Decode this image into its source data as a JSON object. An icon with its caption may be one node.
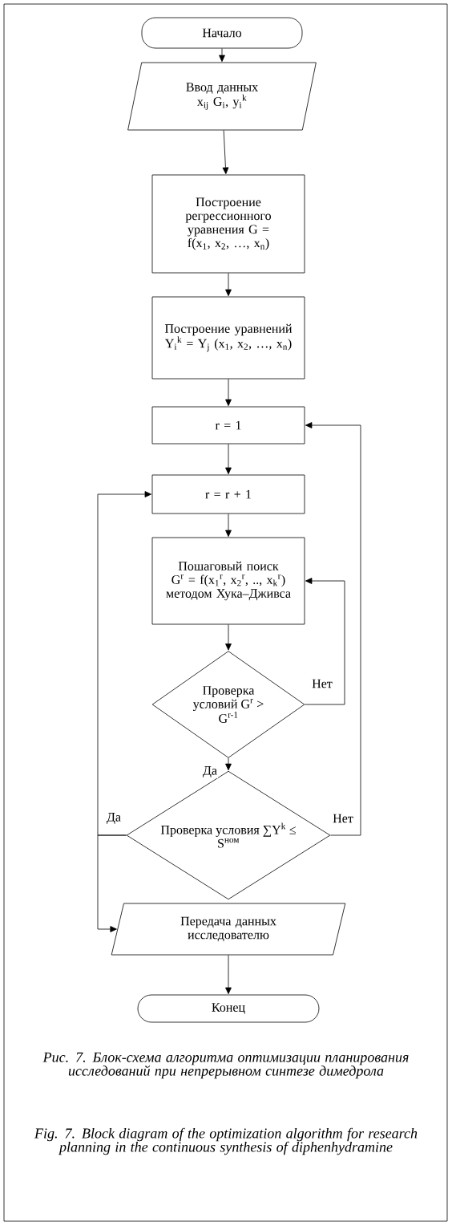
{
  "diagram": {
    "caption": "Рис. 7. Блок-схема алгоритма оптимизации планирования исследований при непрерывном синтезе димедрола",
    "nodes": [
      {
        "text": [
          "Начало"
        ]
      },
      {
        "text": [
          "Ввод данных x$_{ij}$ G$_{i}$, y$_{i}$$^{k}$"
        ]
      },
      {
        "text": [
          "Построение регрессионного уравнения G = f(x$_{1}$, x$_{2}$, …, x$_{n}$)"
        ]
      },
      {
        "text": [
          "Построение уравнений Y$_{i}$$^{k}$ = Y$_{j}$ (x$_{1}$, x$_{2}$, …, x$_{n}$)"
        ]
      },
      {
        "text": [
          "r = 1"
        ]
      },
      {
        "text": [
          "r = r + 1"
        ]
      },
      {
        "text": [
          "Пошаговый поиск G$^{r}$ = f(x$_{1}$$^{r}$, x$_{2}$$^{r}$, .., x$_{k}$$^{r}$) методом Хука–Дживса"
        ]
      },
      {
        "text": [
          "Проверка условий G$^{r}$ > G$^{r-1}$"
        ]
      },
      {
        "text": [
          "Проверка условия ∑Y$^{k}$ ≤ S$^{ном}$"
        ]
      },
      {
        "text": [
          "Передача данных исследователю"
        ]
      },
      {
        "text": [
          "Конец"
        ]
      }
    ],
    "edges": [
      {
        "from": 0,
        "to": 1,
        "arrow": "to"
      },
      {
        "from": 1,
        "to": 2,
        "arrow": "to"
      },
      {
        "from": 2,
        "to": 3,
        "arrow": "to"
      },
      {
        "from": 3,
        "to": 4,
        "arrow": "to"
      },
      {
        "from": 4,
        "to": 5,
        "arrow": "to"
      },
      {
        "from": 5,
        "to": 6,
        "arrow": "to"
      },
      {
        "from": 6,
        "to": 7,
        "arrow": "to"
      },
      {
        "from": 7,
        "to": 6,
        "arrow": "to",
        "label": "Нет"
      },
      {
        "from": 7,
        "to": 8,
        "arrow": "to",
        "label": "Да"
      },
      {
        "from": 8,
        "to": 4,
        "arrow": "to",
        "label": "Нет"
      },
      {
        "from": 8,
        "to": 5,
        "arrow": "to",
        "label": "Да"
      },
      {
        "from": 8,
        "to": 9,
        "arrow": "to"
      },
      {
        "from": 9,
        "to": 10,
        "arrow": "to"
      }
    ],
    "labels": [
      "Fig. 7. Block diagram of the optimization algorithm for research planning in the continuous synthesis of diphenhydramine"
    ]
  }
}
